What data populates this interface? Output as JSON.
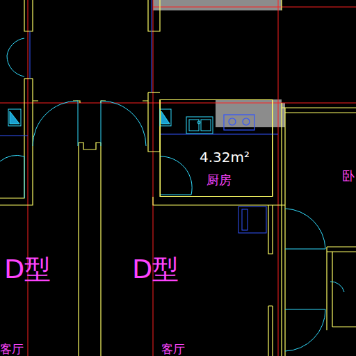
{
  "diagram": {
    "nodes": [
      {
        "text": [
          "4.32m²",
          "厨房"
        ]
      }
    ],
    "labels": [
      "D型",
      "D型",
      "客厅",
      "客厅",
      "卧"
    ]
  }
}
